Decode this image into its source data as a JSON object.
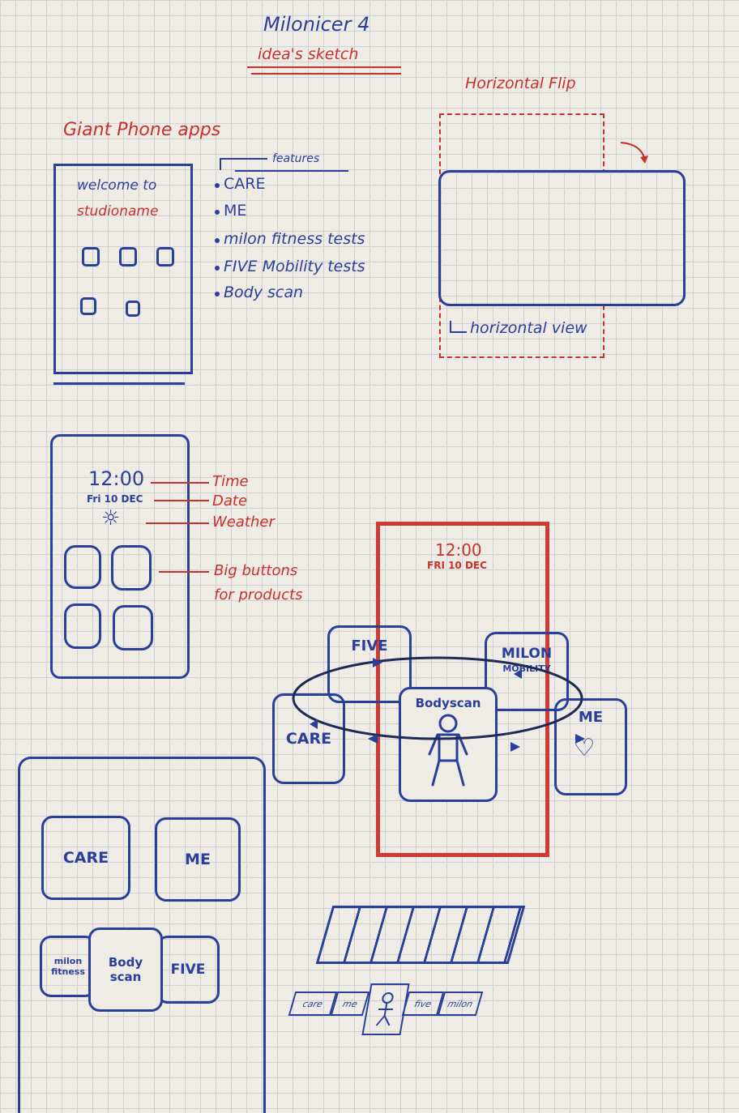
{
  "header": {
    "title": "Milonicer 4",
    "subtitle": "idea's sketch"
  },
  "giant_phone": {
    "heading": "Giant Phone apps",
    "welcome_line1": "welcome to",
    "welcome_line2": "studioname",
    "features_label": "features",
    "features": [
      "CARE",
      "ME",
      "milon fitness tests",
      "FIVE Mobility tests",
      "Body scan"
    ]
  },
  "horizontal": {
    "flip_label": "Horizontal Flip",
    "view_label": "horizontal view"
  },
  "phone_screen": {
    "time": "12:00",
    "date": "Fri 10 DEC",
    "annotations": {
      "time": "Time",
      "date": "Date",
      "weather": "Weather",
      "buttons_line1": "Big buttons",
      "buttons_line2": "for products"
    }
  },
  "carousel": {
    "time": "12:00",
    "date": "FRI 10 DEC",
    "tiles": {
      "five": "FIVE",
      "milon": "MILON",
      "milon_sub": "MOBILITY",
      "bodyscan": "Bodyscan",
      "care": "CARE",
      "me": "ME"
    }
  },
  "tablet": {
    "tiles": {
      "care": "CARE",
      "me": "ME",
      "milon_line1": "milon",
      "milon_line2": "fitness",
      "body_line1": "Body",
      "body_line2": "scan",
      "five": "FIVE"
    }
  },
  "strip": {
    "items": [
      "care",
      "me",
      "five",
      "milon"
    ]
  },
  "colors": {
    "ink_blue": "#2a3f9a",
    "ink_red": "#c8302c",
    "paper": "#eeece4",
    "grid": "#cfd0d3"
  }
}
